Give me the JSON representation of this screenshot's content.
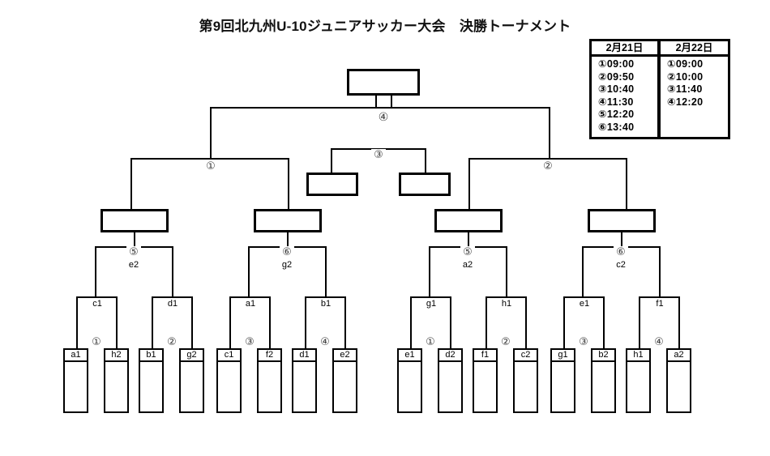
{
  "title": "第9回北九州U-10ジュニアサッカー大会　決勝トーナメント",
  "schedule": {
    "columns": [
      {
        "date": "2月21日",
        "rows": [
          {
            "num": "①",
            "time": "09:00"
          },
          {
            "num": "②",
            "time": "09:50"
          },
          {
            "num": "③",
            "time": "10:40"
          },
          {
            "num": "④",
            "time": "11:30"
          },
          {
            "num": "⑤",
            "time": "12:20"
          },
          {
            "num": "⑥",
            "time": "13:40"
          }
        ]
      },
      {
        "date": "2月22日",
        "rows": [
          {
            "num": "①",
            "time": "09:00"
          },
          {
            "num": "②",
            "time": "10:00"
          },
          {
            "num": "③",
            "time": "11:40"
          },
          {
            "num": "④",
            "time": "12:20"
          }
        ]
      }
    ]
  },
  "bracket": {
    "final": {
      "match_number": "④"
    },
    "third_place": {
      "match_number": "③"
    },
    "semifinals": [
      {
        "match_number": "①"
      },
      {
        "match_number": "②"
      }
    ],
    "quarterfinals": [
      {
        "match_number": "⑤",
        "seed": "e2"
      },
      {
        "match_number": "⑥",
        "seed": "g2"
      },
      {
        "match_number": "⑤",
        "seed": "a2"
      },
      {
        "match_number": "⑥",
        "seed": "c2"
      }
    ],
    "round1": [
      {
        "match_number": "①",
        "seed": "c1",
        "left_team": "a1",
        "right_team": "h2"
      },
      {
        "match_number": "②",
        "seed": "d1",
        "left_team": "b1",
        "right_team": "g2"
      },
      {
        "match_number": "③",
        "seed": "a1",
        "left_team": "c1",
        "right_team": "f2"
      },
      {
        "match_number": "④",
        "seed": "b1",
        "left_team": "d1",
        "right_team": "e2"
      },
      {
        "match_number": "①",
        "seed": "g1",
        "left_team": "e1",
        "right_team": "d2"
      },
      {
        "match_number": "②",
        "seed": "h1",
        "left_team": "f1",
        "right_team": "c2"
      },
      {
        "match_number": "③",
        "seed": "e1",
        "left_team": "g1",
        "right_team": "b2"
      },
      {
        "match_number": "④",
        "seed": "f1",
        "left_team": "h1",
        "right_team": "a2"
      }
    ]
  }
}
